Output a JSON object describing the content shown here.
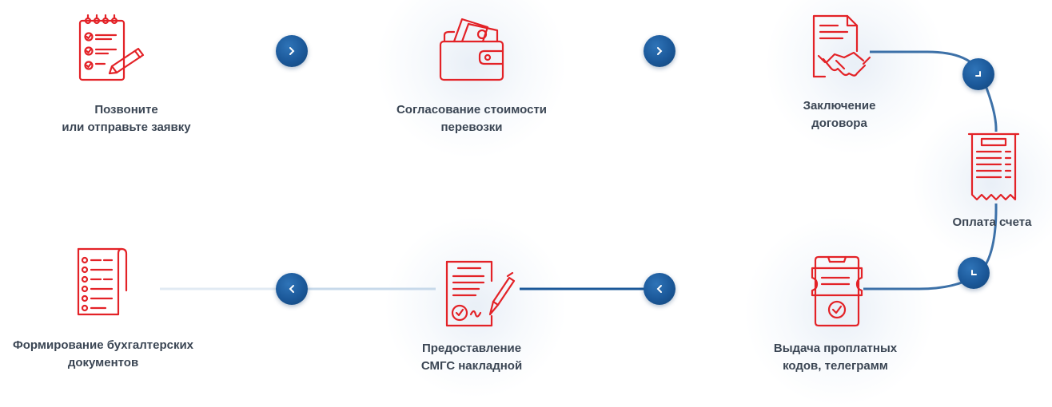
{
  "steps": [
    {
      "lines": [
        "Позвоните",
        "или отправьте заявку"
      ],
      "icon": "checklist-pencil-icon"
    },
    {
      "lines": [
        "Согласование стоимости",
        "перевозки"
      ],
      "icon": "wallet-money-icon"
    },
    {
      "lines": [
        "Заключение",
        "договора"
      ],
      "icon": "contract-handshake-icon"
    },
    {
      "lines": [
        "Оплата счета"
      ],
      "icon": "receipt-icon"
    },
    {
      "lines": [
        "Выдача проплатных",
        "кодов, телеграмм"
      ],
      "icon": "phone-ticket-icon"
    },
    {
      "lines": [
        "Предоставление",
        "СМГС накладной"
      ],
      "icon": "signed-document-pen-icon"
    },
    {
      "lines": [
        "Формирование бухгалтерских",
        "документов"
      ],
      "icon": "document-list-icon"
    }
  ],
  "colors": {
    "icon": "#e32227",
    "accent": "#1b5899",
    "text": "#3b4654"
  }
}
